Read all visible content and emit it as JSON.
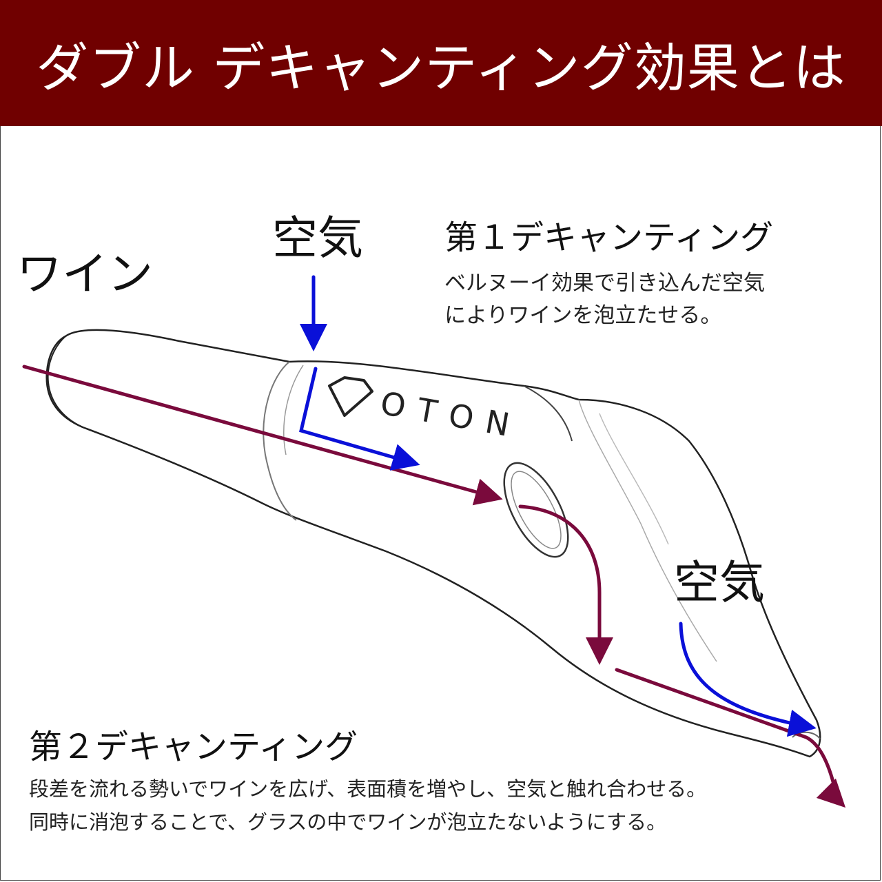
{
  "header": {
    "title": "ダブル デキャンティング効果とは"
  },
  "labels": {
    "wine": "ワイン",
    "air_top": "空気",
    "air_bottom": "空気",
    "logo_text": "OTON"
  },
  "first_decanting": {
    "heading": "第１デキャンティング",
    "line1": "ベルヌーイ効果で引き込んだ空気",
    "line2": "によりワインを泡立たせる。"
  },
  "second_decanting": {
    "heading": "第２デキャンティング",
    "line1": "段差を流れる勢いでワインを広げ、表面積を増やし、空気と触れ合わせる。",
    "line2": "同時に消泡することで、グラスの中でワインが泡立たないようにする。"
  },
  "colors": {
    "banner": "#700000",
    "wine_arrow": "#7a0a3c",
    "air_arrow": "#0a10d8",
    "outline": "#222222"
  }
}
